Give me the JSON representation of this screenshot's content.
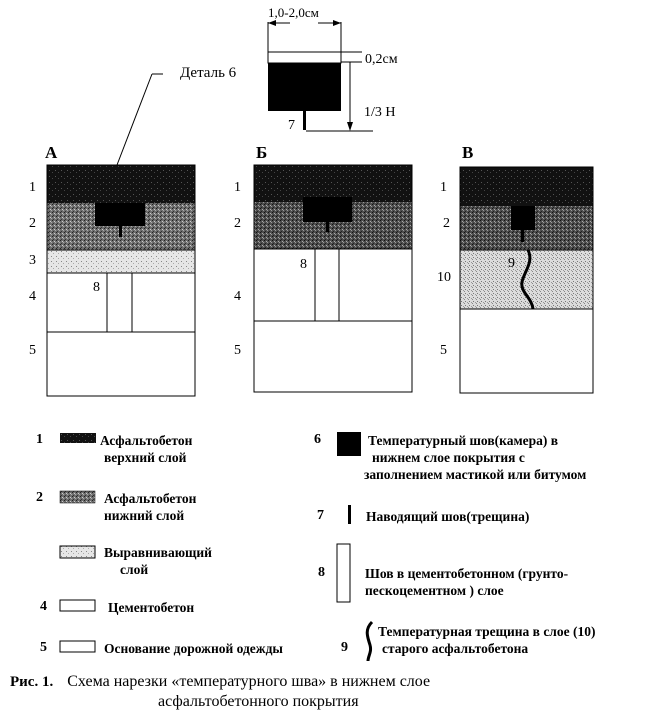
{
  "detail": {
    "width_label": "1,0-2,0см",
    "gap_label": "0,2см",
    "depth_label": "1/3 Н",
    "crack_number": "7",
    "callout_label": "Деталь  6"
  },
  "columns": [
    {
      "id": "A",
      "title": "А",
      "layer_numbers": [
        "1",
        "2",
        "3",
        "4",
        "5"
      ],
      "joint_number": "8"
    },
    {
      "id": "B",
      "title": "Б",
      "layer_numbers": [
        "1",
        "2",
        "4",
        "5"
      ],
      "joint_number": "8"
    },
    {
      "id": "C",
      "title": "В",
      "layer_numbers": [
        "1",
        "2",
        "10",
        "5"
      ],
      "crack_number": "9"
    }
  ],
  "legend": {
    "left": [
      {
        "num": "1",
        "line1": "Асфальтобетон",
        "line2": "верхний слой"
      },
      {
        "num": "2",
        "line1": "Асфальтобетон",
        "line2": "нижний слой"
      },
      {
        "num": "",
        "line1": "Выравнивающий",
        "line2": "слой"
      },
      {
        "num": "4",
        "line1": "Цементобетон"
      },
      {
        "num": "5",
        "line1": "Основание  дорожной одежды"
      }
    ],
    "right": [
      {
        "num": "6",
        "line1": "Температурный шов(камера)  в",
        "line2": "нижнем слое покрытия с",
        "line3": "заполнением мастикой или битумом"
      },
      {
        "num": "7",
        "line1": "Наводящий шов(трещина)"
      },
      {
        "num": "8",
        "line1": "Шов в цементобетонном (грунто-",
        "line2": "пескоцементном ) слое"
      },
      {
        "num": "9",
        "line1": "Температурная трещина в слое (10)",
        "line2": "старого асфальтобетона"
      }
    ]
  },
  "caption": {
    "label": "Рис. 1.",
    "line1": "Схема нарезки «температурного шва» в нижнем слое",
    "line2": "асфальтобетонного покрытия"
  },
  "colors": {
    "top_asphalt": "#111111",
    "bottom_asphalt": "#7a7a7a",
    "leveling": "#e2e2e2",
    "old_asphalt": "#d4d4d4",
    "white": "#ffffff"
  }
}
